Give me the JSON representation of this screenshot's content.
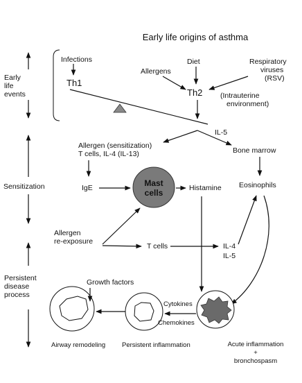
{
  "title": "Early life origins of asthma",
  "stages": {
    "early": [
      "Early",
      "life",
      "events"
    ],
    "sensitization": "Sensitization",
    "persistent": [
      "Persistent",
      "disease",
      "process"
    ]
  },
  "nodes": {
    "infections": "Infections",
    "th1": "Th1",
    "allergens": "Allergens",
    "diet": "Diet",
    "resp_viruses": [
      "Respiratory",
      "viruses",
      "(RSV)"
    ],
    "th2": "Th2",
    "intrauterine": [
      "(Intrauterine",
      "environment)"
    ],
    "il5_top": "IL-5",
    "allergen_sens": [
      "Allergen (sensitization)",
      "T cells, IL-4 (IL-13)"
    ],
    "bone_marrow": "Bone marrow",
    "ige": "IgE",
    "mast_cells": [
      "Mast",
      "cells"
    ],
    "histamine": "Histamine",
    "eosinophils": "Eosinophils",
    "allergen_reexposure": [
      "Allergen",
      "re-exposure"
    ],
    "t_cells": "T cells",
    "il4": "IL-4",
    "il5": "IL-5",
    "growth_factors": "Growth factors",
    "cytokines": "Cytokines",
    "chemokines": "Chemokines",
    "airway_remodeling": "Airway remodeling",
    "persistent_inflammation": "Persistent inflammation",
    "acute_inflammation": [
      "Acute inflammation",
      "+",
      "bronchospasm"
    ]
  }
}
